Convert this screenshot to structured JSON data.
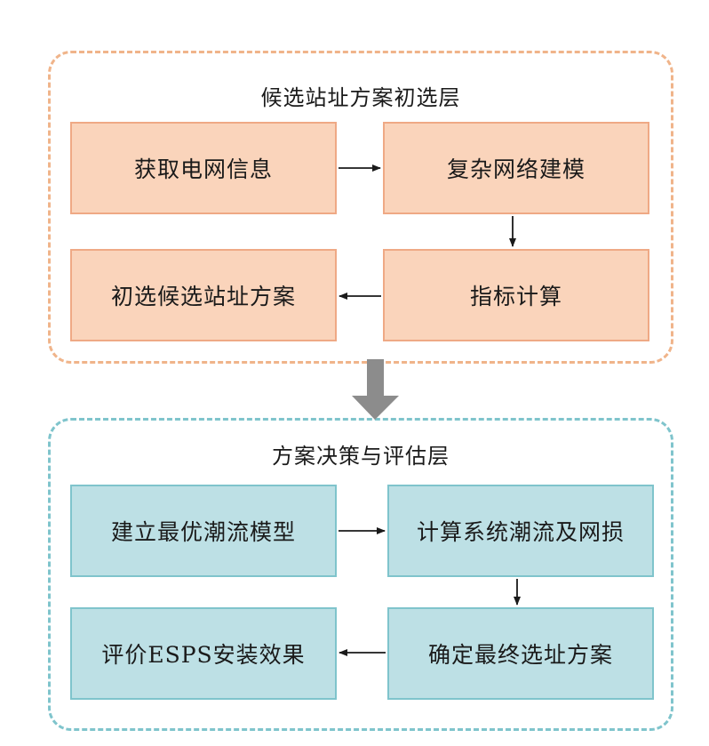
{
  "colors": {
    "layer1_border": "#f0b48a",
    "layer1_box_fill": "#fad4bb",
    "layer1_box_border": "#efa985",
    "layer2_border": "#7fc4cc",
    "layer2_box_fill": "#bde0e5",
    "layer2_box_border": "#7fc4cc",
    "arrow": "#1a1a1a",
    "big_arrow": "#8c8c8c"
  },
  "layer1": {
    "title": "候选站址方案初选层",
    "boxes": {
      "get_grid_info": "获取电网信息",
      "complex_network_model": "复杂网络建模",
      "index_calc": "指标计算",
      "initial_site_plan": "初选候选站址方案"
    }
  },
  "layer2": {
    "title": "方案决策与评估层",
    "boxes": {
      "build_opf_model": "建立最优潮流模型",
      "calc_flow_loss": "计算系统潮流及网损",
      "final_site_plan": "确定最终选址方案",
      "evaluate_esps": "评价ESPS安装效果"
    }
  }
}
